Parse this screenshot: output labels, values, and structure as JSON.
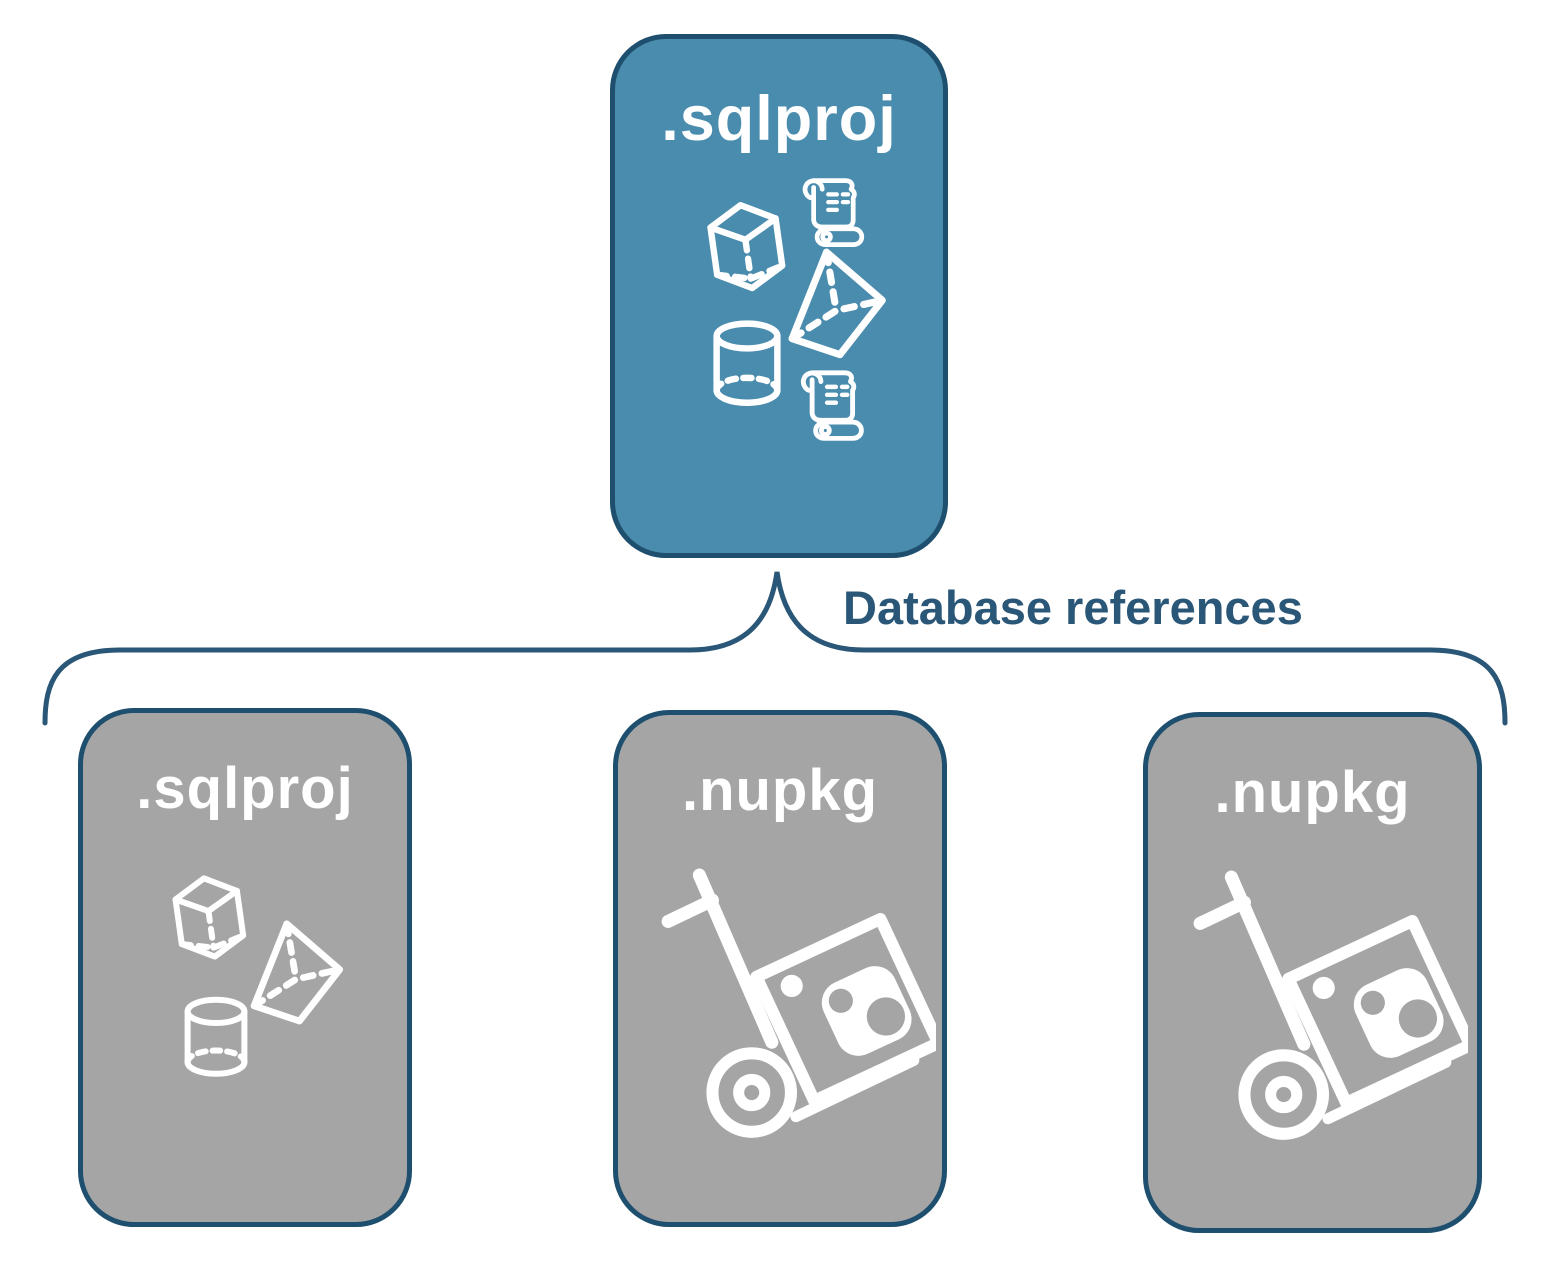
{
  "diagram": {
    "root": {
      "label": ".sqlproj",
      "icons": [
        "cube-icon",
        "scroll-icon",
        "pyramid-icon",
        "cylinder-icon",
        "scroll-icon"
      ]
    },
    "connector": {
      "label": "Database references"
    },
    "children": [
      {
        "label": ".sqlproj",
        "icons": [
          "cube-icon",
          "pyramid-icon",
          "cylinder-icon"
        ]
      },
      {
        "label": ".nupkg",
        "icons": [
          "nuget-handtruck-icon"
        ]
      },
      {
        "label": ".nupkg",
        "icons": [
          "nuget-handtruck-icon"
        ]
      }
    ],
    "colors": {
      "root_fill": "#4a8cad",
      "child_fill": "#a5a5a5",
      "border": "#1f4f6e",
      "accent": "#2a5777",
      "icon": "#ffffff",
      "background": "#ffffff"
    }
  }
}
